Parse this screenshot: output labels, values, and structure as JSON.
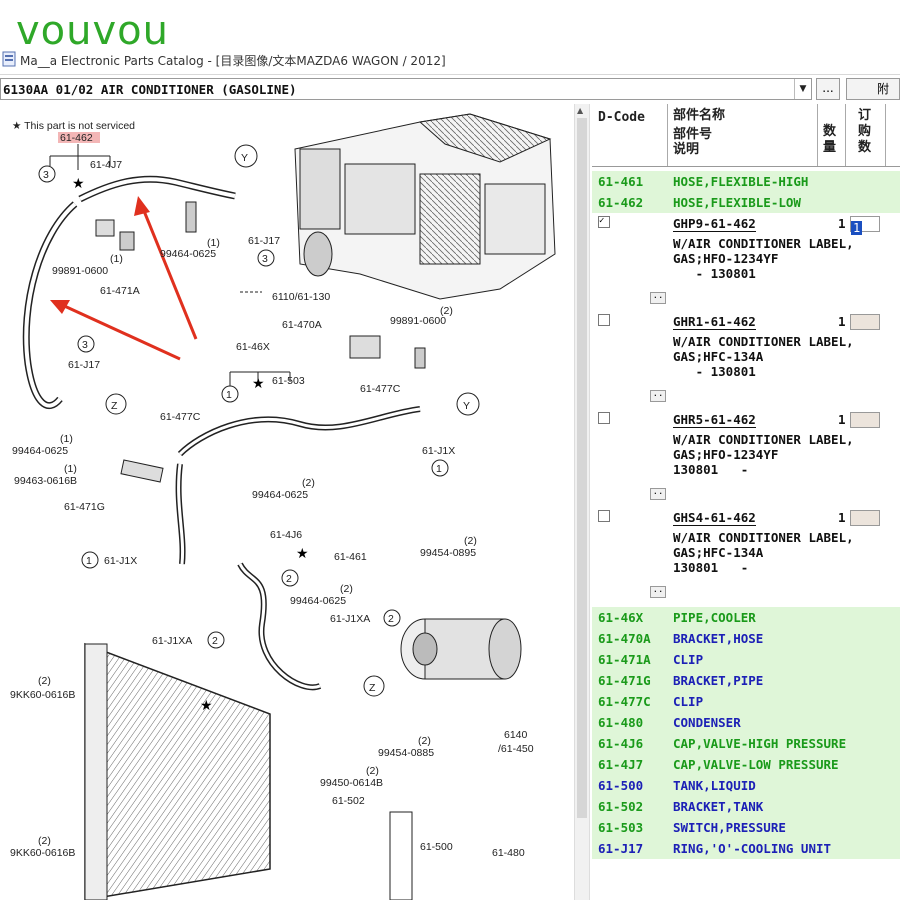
{
  "watermark": "vouvou",
  "window": {
    "title": "Ma__a Electronic Parts Catalog - [目录图像/文本MAZDA6 WAGON / 2012]",
    "section_combo": "6130AA 01/02 AIR CONDITIONER (GASOLINE)",
    "more_button": "...",
    "right_button": "附"
  },
  "diagram": {
    "note": "★ This part is not serviced",
    "labels": {
      "l61462": "61-462",
      "l614J7": "61-4J7",
      "l99464a": "99464-0625",
      "l61J17a": "61-J17",
      "l99891a": "99891-0600",
      "l61471A": "61-471A",
      "l61470A": "61-470A",
      "l99891b": "99891-0600",
      "l6110": "6110/61-130",
      "l6146X": "61-46X",
      "l61503": "61-503",
      "l61477Ca": "61-477C",
      "l61J17b": "61-J17",
      "l99464b": "99464-0625",
      "l61477Cb": "61-477C",
      "l99463": "99463-0616B",
      "l61471G": "61-471G",
      "l61J1Xa": "61-J1X",
      "l99464c": "99464-0625",
      "l614J6": "61-4J6",
      "l61461": "61-461",
      "l61J1Xb": "61-J1X",
      "l99464d": "99464-0625",
      "l61J1XA1": "61-J1XA",
      "l61J1XA2": "61-J1XA",
      "l99454a": "99454-0895",
      "l6140": "6140",
      "l61450": "/61-450",
      "l99454b": "99454-0885",
      "l9KK60a": "9KK60-0616B",
      "l99450": "99450-0614B",
      "l61502": "61-502",
      "l61500": "61-500",
      "l61480": "61-480",
      "l9KK60b": "9KK60-0616B",
      "c1": "1",
      "c2": "2",
      "c3": "3",
      "cY": "Y",
      "cZ": "Z",
      "p1": "(1)",
      "p2": "(2)"
    }
  },
  "grid": {
    "header": {
      "dcode": "D-Code",
      "name_l1": "部件名称",
      "name_l2": "部件号",
      "name_l3": "说明",
      "qty": "数量",
      "order": "订购数"
    },
    "rows_top": [
      {
        "code": "61-461",
        "name": "HOSE,FLEXIBLE-HIGH"
      },
      {
        "code": "61-462",
        "name": "HOSE,FLEXIBLE-LOW"
      }
    ],
    "subparts": [
      {
        "checked": "✓",
        "part": "GHP9-61-462",
        "qty": "1",
        "order": "1",
        "d1": "W/AIR CONDITIONER LABEL,",
        "d2": "GAS;HFO-1234YF",
        "d3": "   - 130801"
      },
      {
        "checked": "",
        "part": "GHR1-61-462",
        "qty": "1",
        "order": "",
        "d1": "W/AIR CONDITIONER LABEL,",
        "d2": "GAS;HFC-134A",
        "d3": "   - 130801"
      },
      {
        "checked": "",
        "part": "GHR5-61-462",
        "qty": "1",
        "order": "",
        "d1": "W/AIR CONDITIONER LABEL,",
        "d2": "GAS;HFO-1234YF",
        "d3": "130801   -"
      },
      {
        "checked": "",
        "part": "GHS4-61-462",
        "qty": "1",
        "order": "",
        "d1": "W/AIR CONDITIONER LABEL,",
        "d2": "GAS;HFC-134A",
        "d3": "130801   -"
      }
    ],
    "dots_label": "..",
    "rows_bottom": [
      {
        "code": "61-46X",
        "name": "PIPE,COOLER"
      },
      {
        "code": "61-470A",
        "name": "BRACKET,HOSE"
      },
      {
        "code": "61-471A",
        "name": "CLIP"
      },
      {
        "code": "61-471G",
        "name": "BRACKET,PIPE"
      },
      {
        "code": "61-477C",
        "name": "CLIP"
      },
      {
        "code": "61-480",
        "name": "CONDENSER"
      },
      {
        "code": "61-4J6",
        "name": "CAP,VALVE-HIGH PRESSURE"
      },
      {
        "code": "61-4J7",
        "name": "CAP,VALVE-LOW PRESSURE"
      },
      {
        "code": "61-500",
        "name": "TANK,LIQUID"
      },
      {
        "code": "61-502",
        "name": "BRACKET,TANK"
      },
      {
        "code": "61-503",
        "name": "SWITCH,PRESSURE"
      },
      {
        "code": "61-J17",
        "name": "RING,'O'-COOLING UNIT"
      }
    ]
  },
  "colors": {
    "watermark": "#2fa829",
    "code_green": "#1a9a1a",
    "code_blue": "#1c20b6",
    "row_bg": "#dff6d8",
    "arrow": "#e0301e"
  }
}
